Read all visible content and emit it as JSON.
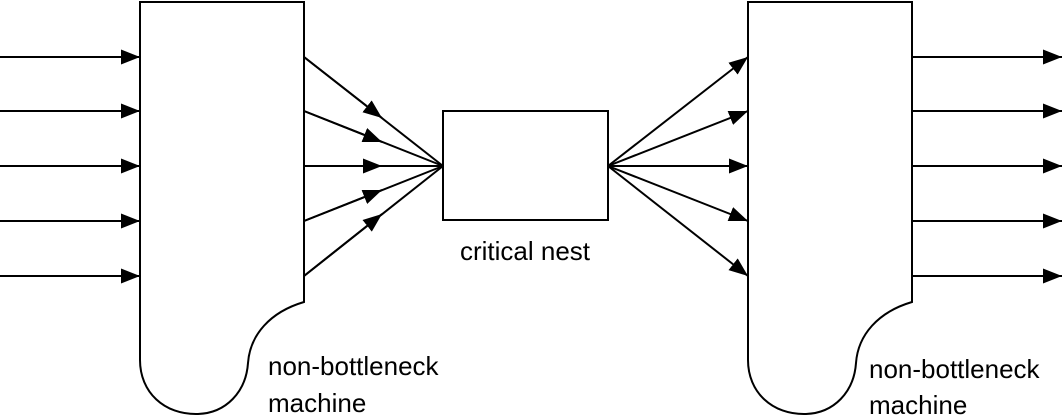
{
  "diagram": {
    "critical_label": "critical nest",
    "left_machine": {
      "label_line1": "non-bottleneck",
      "label_line2": "machine"
    },
    "right_machine": {
      "label_line1": "non-bottleneck",
      "label_line2": "machine"
    },
    "colors": {
      "stroke": "#000000",
      "background": "#ffffff"
    }
  }
}
